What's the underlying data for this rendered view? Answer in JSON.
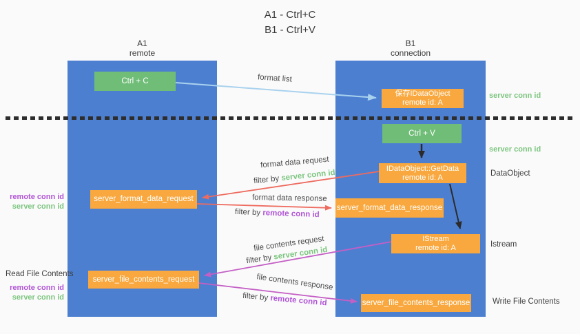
{
  "title": {
    "line1": "A1 - Ctrl+C",
    "line2": "B1 - Ctrl+V"
  },
  "columns": {
    "left": {
      "header_line1": "A1",
      "header_line2": "remote"
    },
    "right": {
      "header_line1": "B1",
      "header_line2": "connection"
    }
  },
  "nodes": {
    "ctrl_c": "Ctrl + C",
    "ctrl_v": "Ctrl + V",
    "save_dataobject_line1": "保存IDataObject",
    "save_dataobject_line2": "remote id: A",
    "getdata_line1": "IDataObject::GetData",
    "getdata_line2": "remote id: A",
    "istream_line1": "IStream",
    "istream_line2": "remote id: A",
    "format_data_request": "server_format_data_request",
    "format_data_response": "server_format_data_response",
    "file_contents_request": "server_file_contents_request",
    "file_contents_response": "server_file_contents_response"
  },
  "arrow_labels": {
    "format_list": "format list",
    "format_data_request": "format data request",
    "format_data_response": "format data response",
    "file_contents_request": "file contents request",
    "file_contents_response": "file contents response",
    "filter_by": "filter by",
    "server_conn_id": "server conn id",
    "remote_conn_id": "remote conn id"
  },
  "side_labels": {
    "right_server_conn_id_top": "server conn id",
    "right_server_conn_id_mid": "server conn id",
    "dataobject": "DataObject",
    "istream": "Istream",
    "write_file_contents": "Write File Contents",
    "read_file_contents": "Read File Contents",
    "left_remote_conn_id_top": "remote conn id",
    "left_server_conn_id_top": "server conn id",
    "left_remote_conn_id_bottom": "remote conn id",
    "left_server_conn_id_bottom": "server conn id"
  },
  "colors": {
    "lane_blue": "#4d7fd1",
    "node_green": "#70bd78",
    "node_orange": "#f8a83e",
    "label_green": "#7cc57f",
    "label_purple": "#b054d6",
    "arrow_red": "#ee6b5f",
    "arrow_magenta": "#c45fc5",
    "arrow_light_blue": "#a9d2ee",
    "arrow_black": "#2b2b2b",
    "background": "#fafafa"
  }
}
